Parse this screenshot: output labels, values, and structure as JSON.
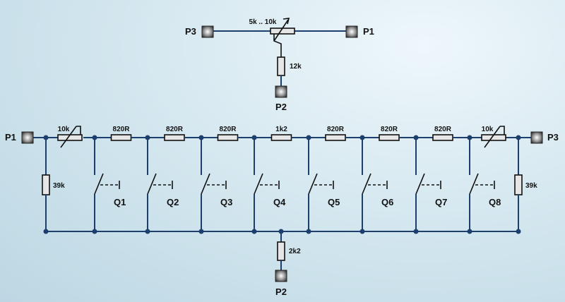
{
  "top": {
    "pots": [
      "5k .. 10k"
    ],
    "resistor": "12k",
    "ports": {
      "left": "P3",
      "right": "P1",
      "bottom": "P2"
    }
  },
  "bottom": {
    "ports": {
      "left": "P1",
      "right": "P3",
      "bottom": "P2"
    },
    "pot_left": "10k",
    "pot_right": "10k",
    "series": [
      "820R",
      "820R",
      "820R",
      "1k2",
      "820R",
      "820R",
      "820R"
    ],
    "shunt_left": "39k",
    "shunt_right": "39k",
    "switches": [
      "Q1",
      "Q2",
      "Q3",
      "Q4",
      "Q5",
      "Q6",
      "Q7",
      "Q8"
    ],
    "common": "2k2"
  }
}
